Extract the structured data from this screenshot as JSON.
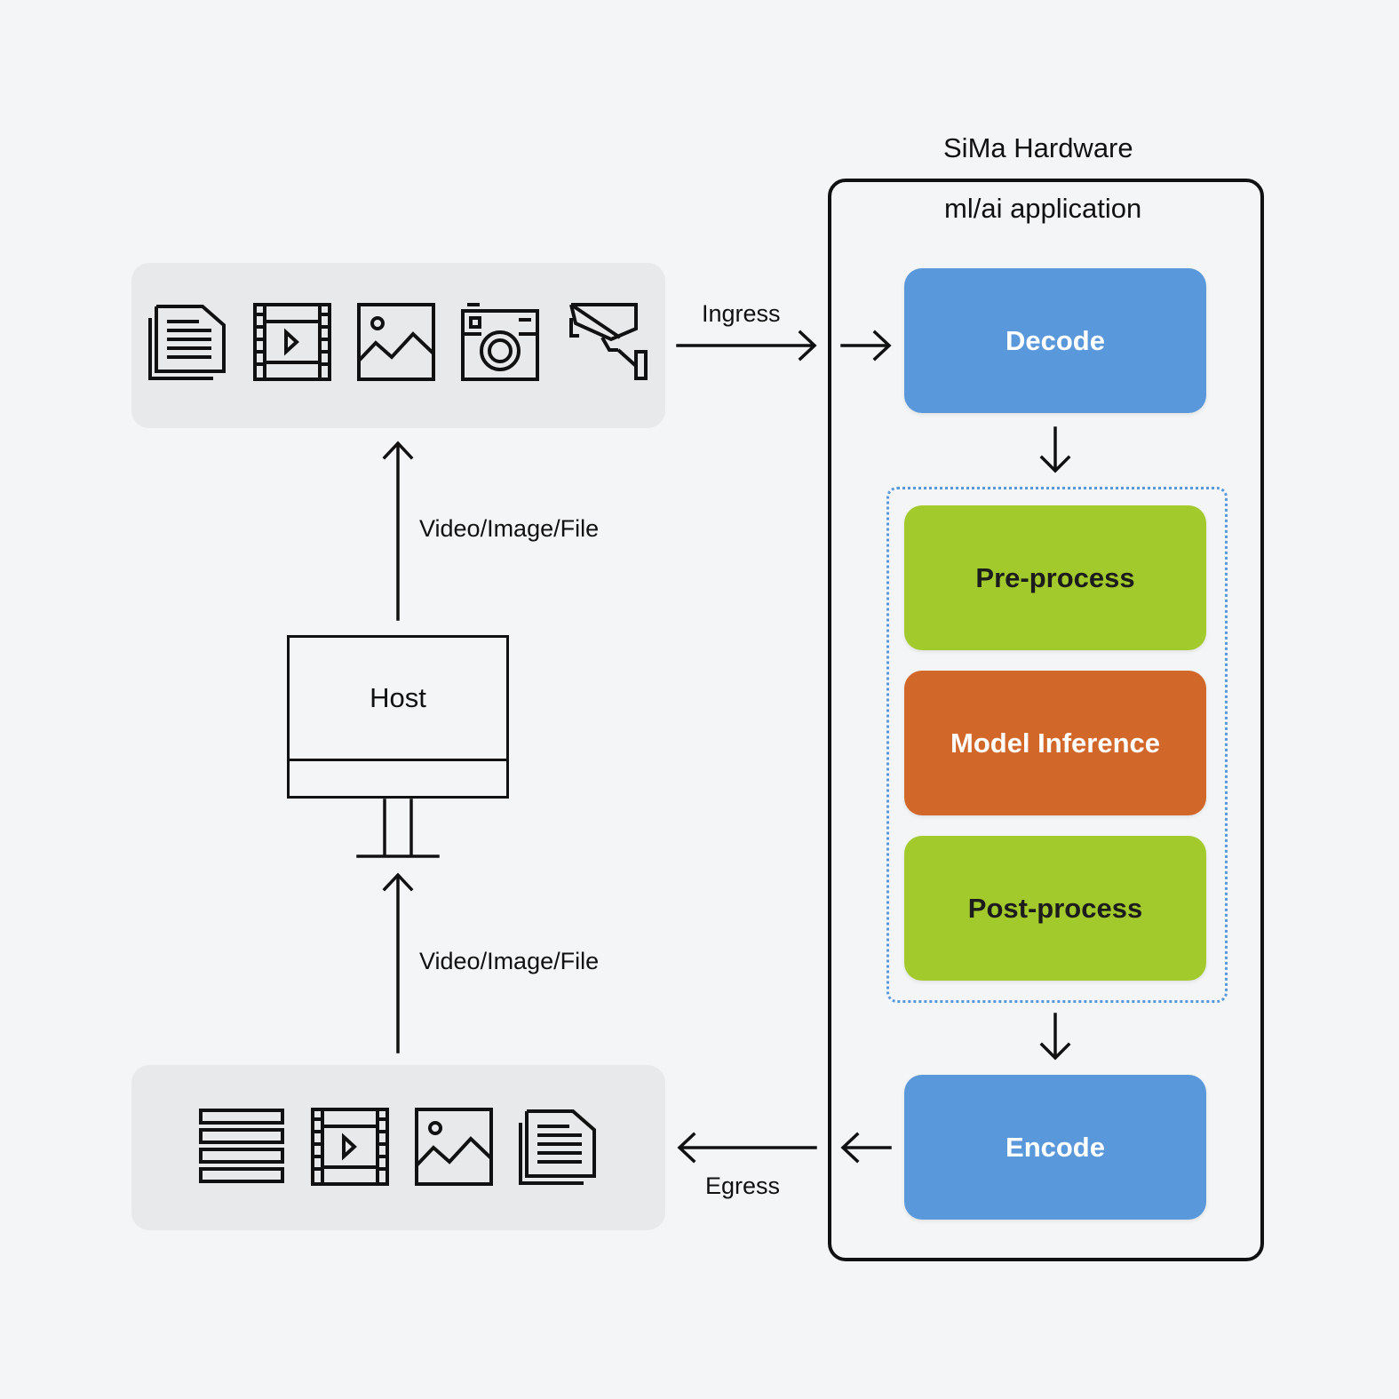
{
  "hardware": {
    "title": "SiMa Hardware",
    "app_title": "ml/ai application"
  },
  "stages": {
    "decode": "Decode",
    "preprocess": "Pre-process",
    "inference": "Model Inference",
    "postprocess": "Post-process",
    "encode": "Encode"
  },
  "flows": {
    "ingress": "Ingress",
    "egress": "Egress",
    "upper_media": "Video/Image/File",
    "lower_media": "Video/Image/File"
  },
  "host": {
    "label": "Host"
  },
  "icons": {
    "input": [
      "document-stack-icon",
      "film-icon",
      "image-icon",
      "camera-icon",
      "security-camera-icon"
    ],
    "output": [
      "database-icon",
      "film-icon",
      "image-icon",
      "document-stack-icon"
    ]
  },
  "colors": {
    "decode_encode": "#5a98dc",
    "pre_post_process": "#a3ca2c",
    "inference": "#d2672a",
    "dotted_group": "#5a98dc"
  }
}
